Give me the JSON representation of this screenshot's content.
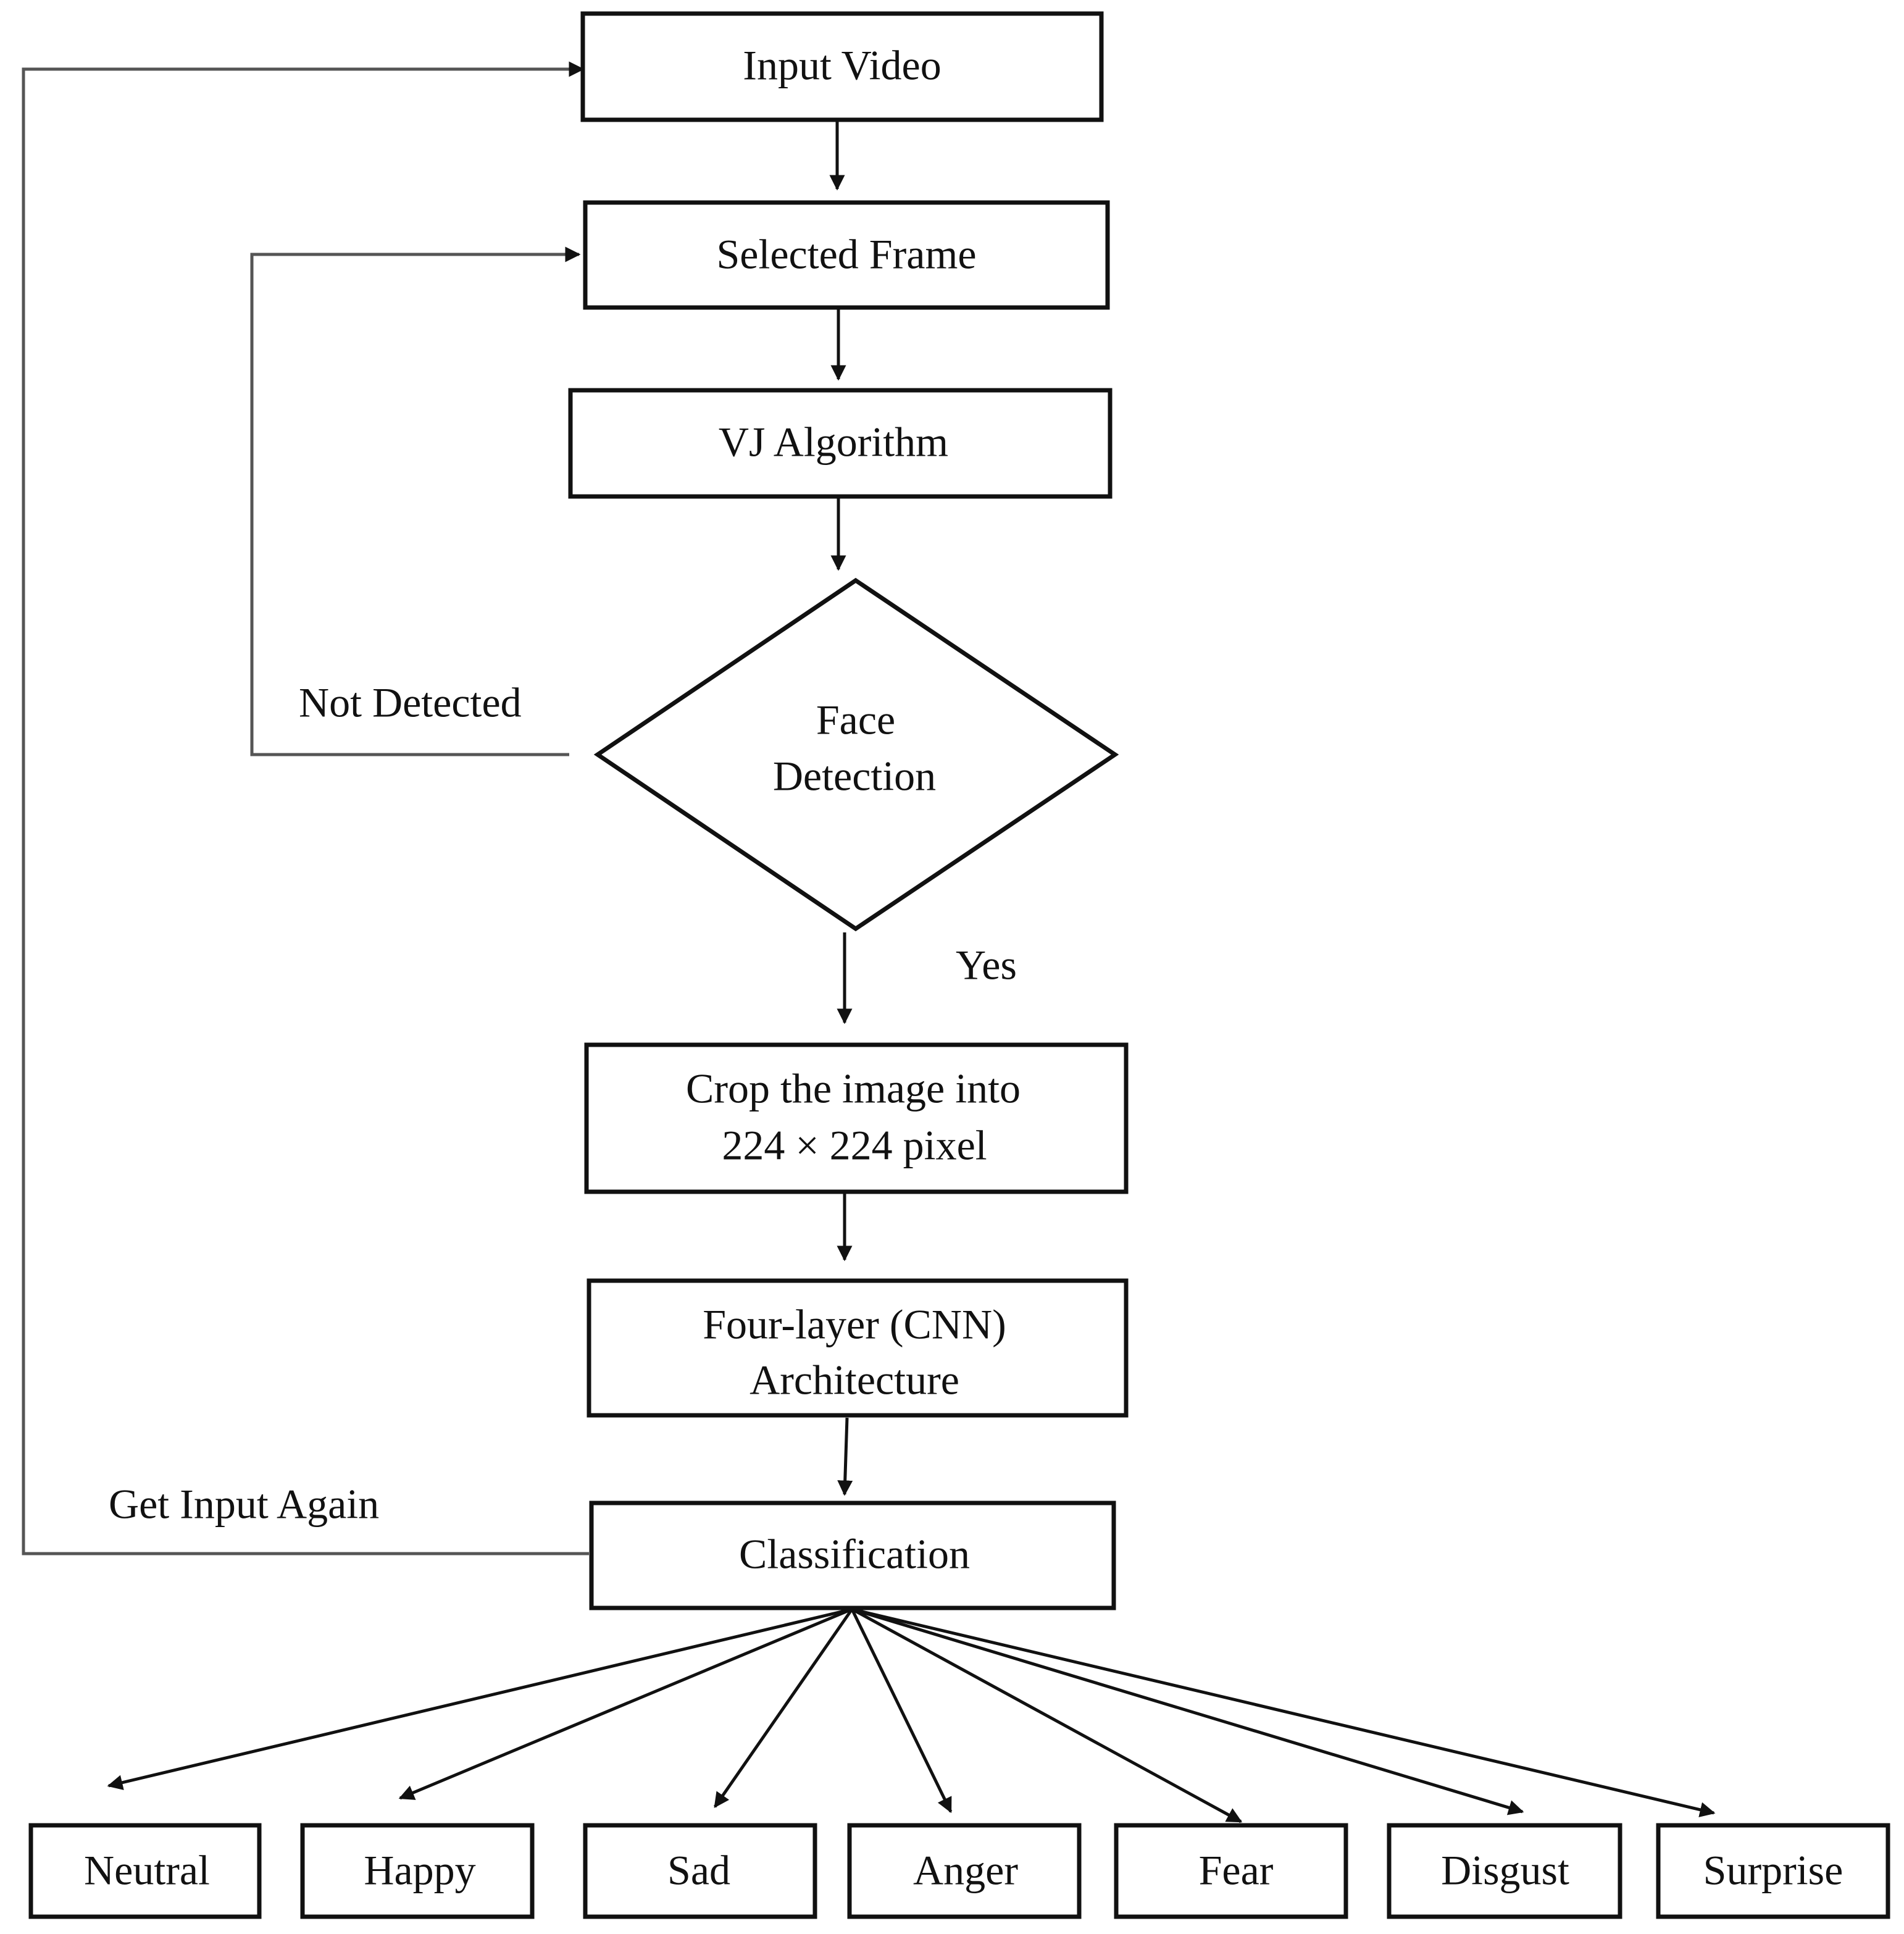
{
  "nodes": {
    "input_video": "Input Video",
    "selected_frame": "Selected Frame",
    "vj_algorithm": "VJ Algorithm",
    "face_detection": [
      "Face",
      "Detection"
    ],
    "crop_image": [
      "Crop the image into",
      "224 × 224 pixel"
    ],
    "cnn": [
      "Four-layer (CNN)",
      "Architecture"
    ],
    "classification": "Classification"
  },
  "edge_labels": {
    "not_detected": "Not Detected",
    "yes": "Yes",
    "get_input_again": "Get Input Again"
  },
  "classes": [
    "Neutral",
    "Happy",
    "Sad",
    "Anger",
    "Fear",
    "Disgust",
    "Surprise"
  ]
}
